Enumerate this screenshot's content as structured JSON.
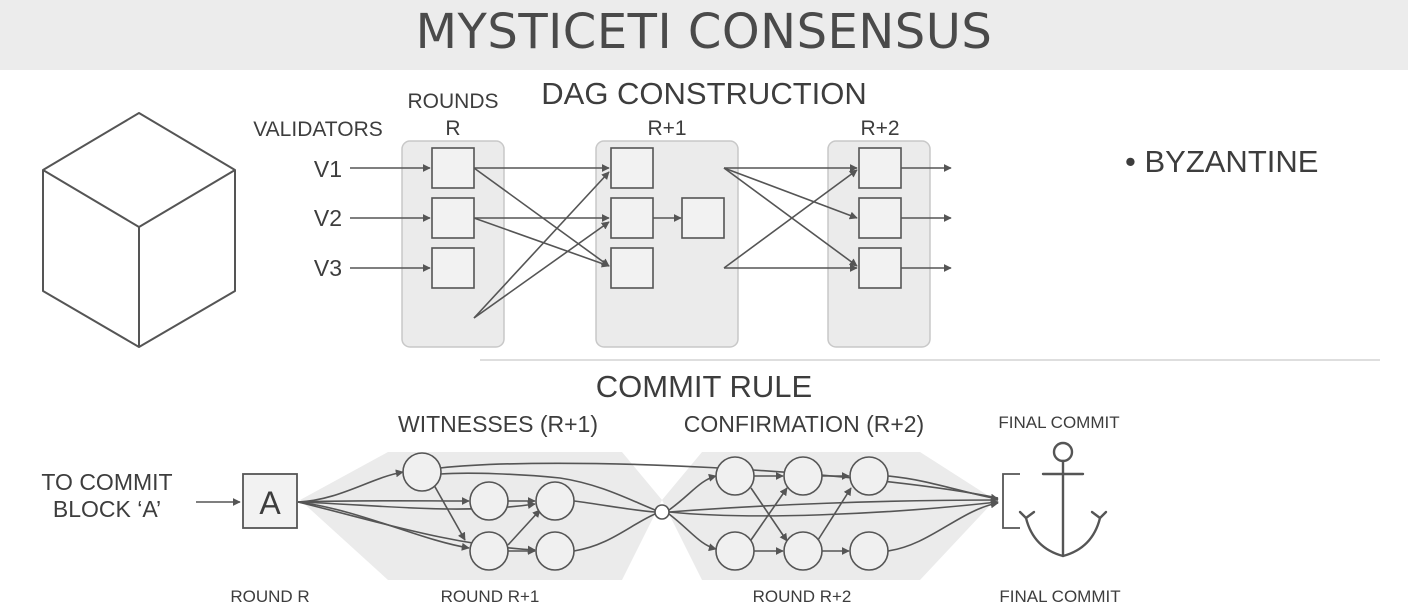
{
  "title": "MYSTICETI CONSENSUS",
  "dag": {
    "heading": "DAG CONSTRUCTION",
    "rounds_label": "ROUNDS",
    "round_labels": [
      "R",
      "R+1",
      "R+2"
    ],
    "validators_label": "VALIDATORS",
    "validators": [
      "V1",
      "V2",
      "V3"
    ],
    "side_note": "• BYZANTINE"
  },
  "commit": {
    "heading": "COMMIT RULE",
    "block_caption": [
      "TO COMMIT",
      "BLOCK ‘A’"
    ],
    "block_letter": "A",
    "witnesses_label": "WITNESSES (R+1)",
    "confirmation_label": "CONFIRMATION (R+2)",
    "final_commit_top": "FINAL COMMIT",
    "bottom_labels": [
      "ROUND R",
      "ROUND R+1",
      "ROUND R+2",
      "FINAL COMMIT"
    ]
  },
  "colors": {
    "banner": "#ececec",
    "panel_fill": "#ebebeb",
    "block_fill": "#f2f2f2",
    "stroke": "#555555",
    "text": "#3d3d3d"
  },
  "icons": [
    "cube-icon",
    "anchor-icon"
  ]
}
